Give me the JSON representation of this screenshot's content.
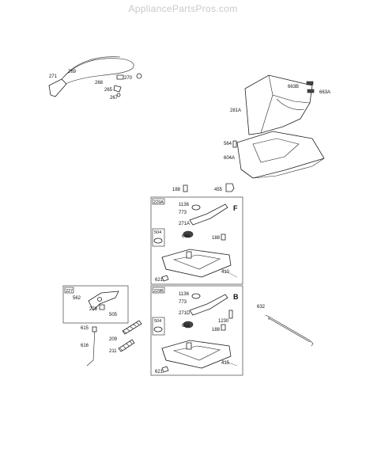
{
  "watermark": "AppliancePartsPros.com",
  "labels": {
    "p271": "271",
    "p269": "269",
    "p270": "270",
    "p268": "268",
    "p265": "265",
    "p267": "267",
    "p663B": "663B",
    "p663A": "663A",
    "p281A": "281A",
    "p564": "564",
    "p604A": "604A",
    "p188a": "188",
    "p455": "455",
    "p229A": "229A",
    "p1136a": "1136",
    "p773a": "773",
    "p271A": "271A",
    "pF": "F",
    "p504a": "504",
    "p668a": "668",
    "p188b": "188",
    "p410": "410",
    "p621a": "621",
    "p227": "227",
    "p562": "562",
    "p278": "278",
    "p505": "505",
    "p615": "615",
    "p616": "616",
    "p209": "209",
    "p211": "211",
    "p229B": "229B",
    "p1136b": "1136",
    "p773b": "773",
    "p271D": "271D",
    "pB": "B",
    "p1230": "1230",
    "p504b": "504",
    "p668b": "668",
    "p188c": "188",
    "p415": "415",
    "p621b": "621",
    "p632": "632"
  }
}
